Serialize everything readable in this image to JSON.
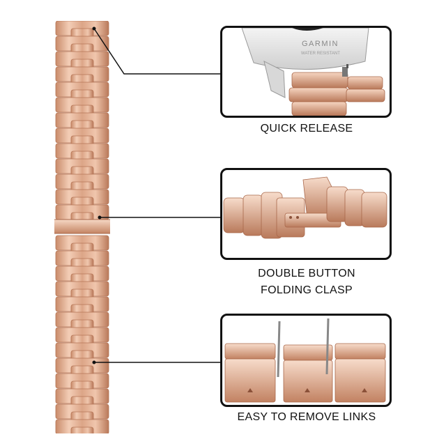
{
  "captions": {
    "quick_release": "QUICK RELEASE",
    "clasp_line1": "DOUBLE BUTTON",
    "clasp_line2": "FOLDING CLASP",
    "links": "EASY TO REMOVE LINKS"
  },
  "watch_text": {
    "brand": "GARMIN",
    "small": "WATER RESISTANT"
  },
  "colors": {
    "rose_gold_light": "#f3cdb6",
    "rose_gold_mid": "#d9a07e",
    "rose_gold_dark": "#a8674a",
    "outline": "#111111"
  }
}
